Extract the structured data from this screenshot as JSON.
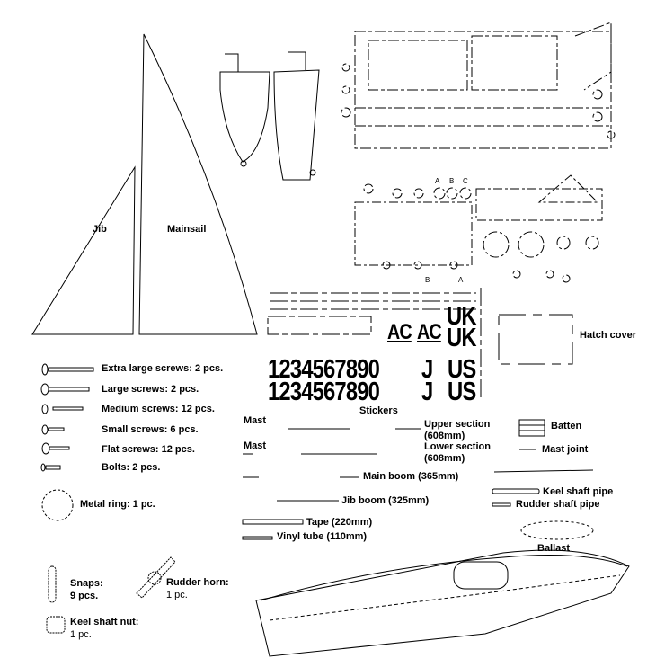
{
  "sails": {
    "jib": "Jib",
    "mainsail": "Mainsail"
  },
  "parts_letters": [
    "A",
    "B",
    "C",
    "A",
    "B"
  ],
  "screws": [
    {
      "label": "Extra large screws:  2 pcs."
    },
    {
      "label": "Large screws:  2 pcs."
    },
    {
      "label": "Medium screws:  12 pcs."
    },
    {
      "label": "Small screws:  6 pcs."
    },
    {
      "label": "Flat screws:  12 pcs."
    },
    {
      "label": "Bolts:  2 pcs."
    }
  ],
  "metal_ring": "Metal ring:  1 pc.",
  "stickers": {
    "title": "Stickers",
    "row1": "1234567890",
    "row2": "1234567890",
    "letter_j": "J",
    "uk": "UK",
    "ac": "AC",
    "us": "US"
  },
  "hatch_cover": "Hatch cover",
  "mast_upper": {
    "label": "Mast",
    "section": "Upper section",
    "length": "(608mm)"
  },
  "mast_lower": {
    "label": "Mast",
    "section": "Lower section",
    "length": "(608mm)"
  },
  "main_boom": "Main boom (365mm)",
  "jib_boom": "Jib boom (325mm)",
  "tape": "Tape (220mm)",
  "vinyl_tube": "Vinyl tube (110mm)",
  "batten": "Batten",
  "mast_joint": "Mast joint",
  "keel_shaft_pipe": "Keel shaft pipe",
  "rudder_shaft_pipe": "Rudder shaft pipe",
  "ballast": "Ballast",
  "snaps": {
    "name": "Snaps:",
    "count": "9 pcs."
  },
  "rudder_horn": {
    "name": "Rudder horn:",
    "count": "1 pc."
  },
  "keel_shaft_nut": {
    "name": "Keel shaft nut:",
    "count": "1 pc."
  }
}
